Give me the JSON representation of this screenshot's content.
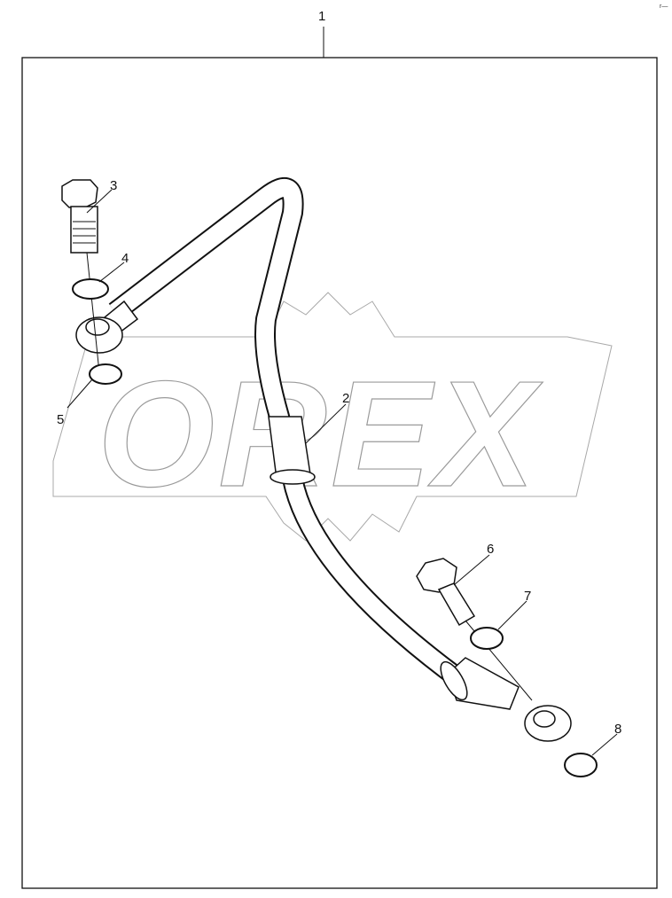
{
  "diagram": {
    "callouts": {
      "assembly": "1",
      "pipe": "2",
      "banjo_bolt_upper": "3",
      "washer_upper_top": "4",
      "washer_upper_bottom": "5",
      "banjo_bolt_lower": "6",
      "washer_lower_top": "7",
      "washer_lower_bottom": "8"
    },
    "watermark": "OREX",
    "corner_mark": "r—"
  }
}
